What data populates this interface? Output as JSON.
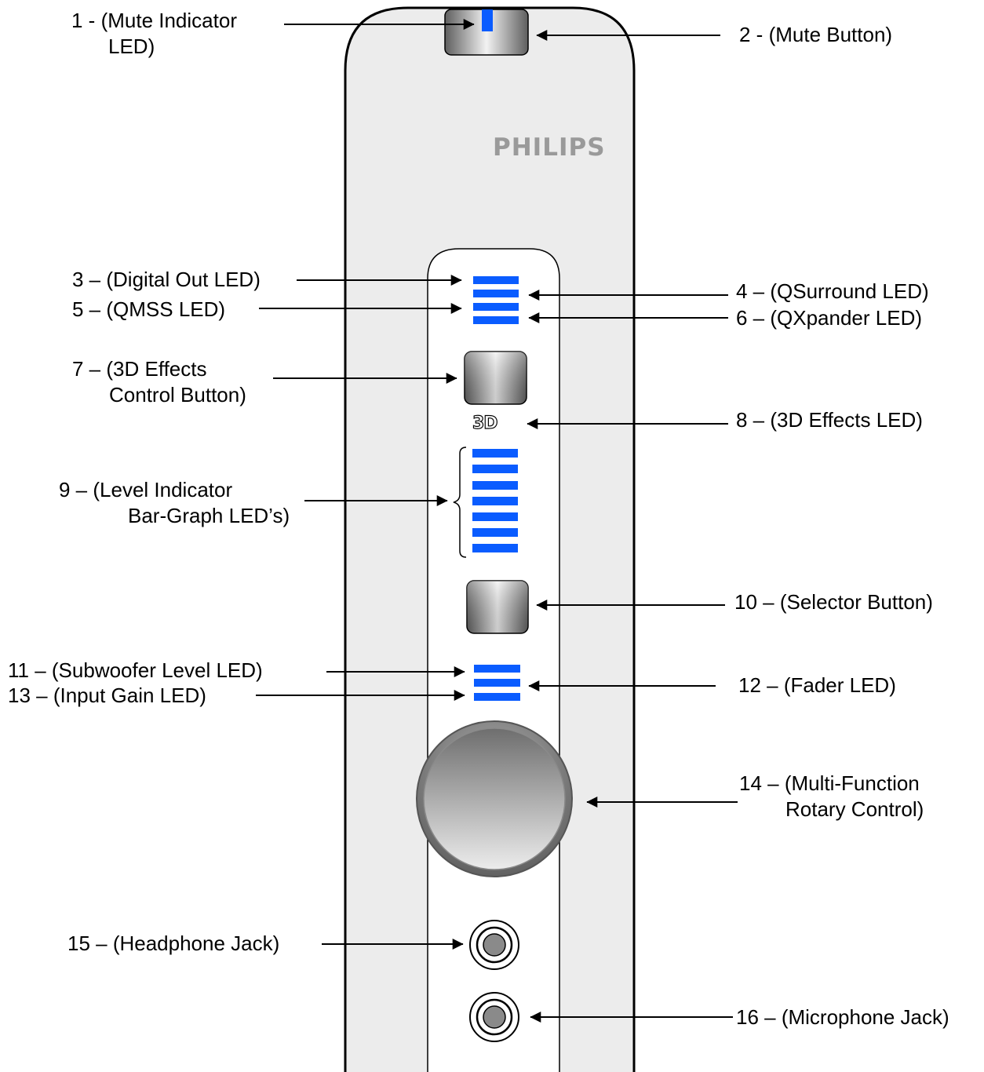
{
  "device": {
    "brand": "PHILIPS",
    "badge_3d": "3D",
    "led_color": "#0a5cff",
    "body_color": "#ececec"
  },
  "labels": {
    "l1": [
      "1 - (Mute Indicator",
      "LED)"
    ],
    "l2": [
      "2 - (Mute Button)"
    ],
    "l3": [
      "3 – (Digital Out LED)"
    ],
    "l4": [
      "4 – (QSurround LED)"
    ],
    "l5": [
      "5 – (QMSS LED)"
    ],
    "l6": [
      "6 – (QXpander LED)"
    ],
    "l7": [
      "7 – (3D Effects",
      "Control Button)"
    ],
    "l8": [
      "8 – (3D Effects LED)"
    ],
    "l9": [
      "9 – (Level Indicator",
      "Bar-Graph LED’s)"
    ],
    "l10": [
      "10 – (Selector Button)"
    ],
    "l11": [
      "11 – (Subwoofer Level LED)"
    ],
    "l12": [
      "12 – (Fader LED)"
    ],
    "l13": [
      "13 – (Input Gain LED)"
    ],
    "l14": [
      "14 – (Multi-Function",
      "Rotary Control)"
    ],
    "l15": [
      "15 – (Headphone Jack)"
    ],
    "l16": [
      "16 – (Microphone Jack)"
    ]
  }
}
